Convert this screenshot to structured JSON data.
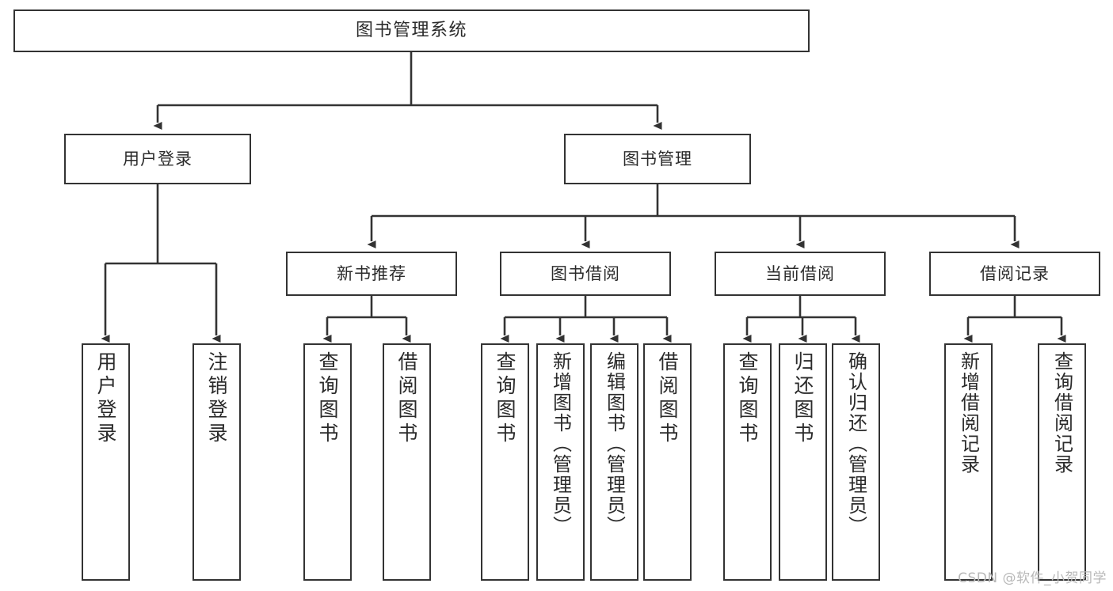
{
  "diagram": {
    "title": "图书管理系统",
    "type": "tree-hierarchy-functional-structure",
    "orientation": "top-down",
    "edge_style": "orthogonal",
    "arrowhead": "solid-triangle",
    "colors": {
      "background": "#ffffff",
      "node_fill": "#ffffff",
      "node_border": "#333333",
      "edge": "#333333",
      "text": "#2b2b2b",
      "watermark": "#b8b8b8"
    },
    "nodes": {
      "root": {
        "label": "图书管理系统"
      },
      "level2": [
        {
          "id": "user-login",
          "label": "用户登录"
        },
        {
          "id": "book-management",
          "label": "图书管理"
        }
      ],
      "level3": [
        {
          "id": "new-book-recommend",
          "label": "新书推荐"
        },
        {
          "id": "book-borrow",
          "label": "图书借阅"
        },
        {
          "id": "current-borrow",
          "label": "当前借阅"
        },
        {
          "id": "borrow-record",
          "label": "借阅记录"
        }
      ],
      "leaves": {
        "user_login": [
          {
            "id": "leaf-user-login",
            "label": "用户登录"
          },
          {
            "id": "leaf-user-logout",
            "label": "注销登录"
          }
        ],
        "new_book_recommend": [
          {
            "id": "leaf-query-book-1",
            "label": "查询图书"
          },
          {
            "id": "leaf-borrow-book-1",
            "label": "借阅图书"
          }
        ],
        "book_borrow": [
          {
            "id": "leaf-query-book-2",
            "label": "查询图书"
          },
          {
            "id": "leaf-add-book",
            "label": "新增图书（管理员）"
          },
          {
            "id": "leaf-edit-book",
            "label": "编辑图书（管理员）"
          },
          {
            "id": "leaf-borrow-book-2",
            "label": "借阅图书"
          }
        ],
        "current_borrow": [
          {
            "id": "leaf-query-book-3",
            "label": "查询图书"
          },
          {
            "id": "leaf-return-book",
            "label": "归还图书"
          },
          {
            "id": "leaf-confirm-return",
            "label": "确认归还（管理员）"
          }
        ],
        "borrow_record": [
          {
            "id": "leaf-add-record",
            "label": "新增借阅记录"
          },
          {
            "id": "leaf-query-record",
            "label": "查询借阅记录"
          }
        ]
      }
    }
  },
  "watermark": {
    "text": "CSDN @软件_小贺同学"
  }
}
